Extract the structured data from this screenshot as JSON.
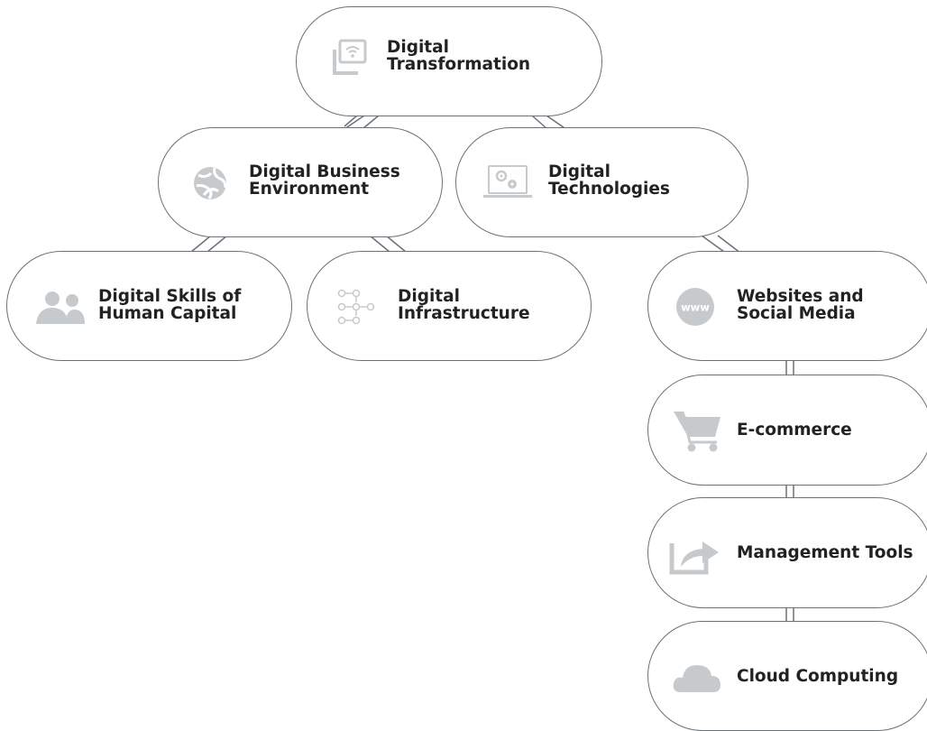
{
  "colors": {
    "outline": "#6b7177",
    "icon": "#c7cacd",
    "text": "#222222"
  },
  "nodes": {
    "digital_transformation": {
      "line1": "Digital",
      "line2": "Transformation",
      "icon": "wifi-window-icon"
    },
    "digital_business_environment": {
      "line1": "Digital Business",
      "line2": "Environment",
      "icon": "globe-icon"
    },
    "digital_technologies": {
      "line1": "Digital",
      "line2": "Technologies",
      "icon": "laptop-gears-icon"
    },
    "digital_skills": {
      "line1": "Digital Skills of",
      "line2": "Human Capital",
      "icon": "people-icon"
    },
    "digital_infrastructure": {
      "line1": "Digital",
      "line2": "Infrastructure",
      "icon": "network-icon"
    },
    "websites_social": {
      "line1": "Websites and",
      "line2": "Social Media",
      "icon": "www-icon",
      "icon_text": "www"
    },
    "ecommerce": {
      "line1": "E-commerce",
      "icon": "cart-icon"
    },
    "management_tools": {
      "line1": "Management Tools",
      "icon": "share-arrow-icon"
    },
    "cloud_computing": {
      "line1": "Cloud Computing",
      "icon": "cloud-icon"
    }
  }
}
